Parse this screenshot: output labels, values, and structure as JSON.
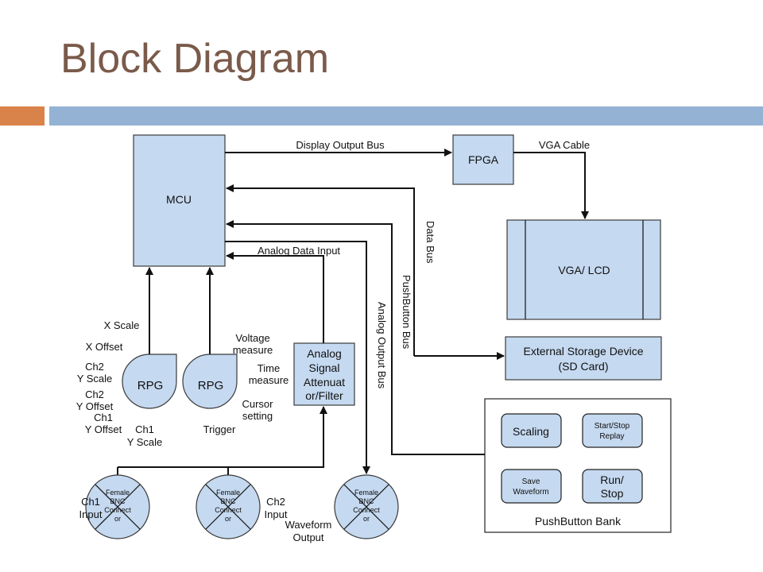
{
  "title": "Block Diagram",
  "blocks": {
    "mcu": "MCU",
    "fpga": "FPGA",
    "vga_lcd": "VGA/ LCD",
    "storage_line1": "External Storage Device",
    "storage_line2": "(SD Card)",
    "analog_line1": "Analog",
    "analog_line2": "Signal",
    "analog_line3": "Attenuat",
    "analog_line4": "or/Filter",
    "rpg1": "RPG",
    "rpg2": "RPG",
    "pushbutton_bank": "PushButton Bank"
  },
  "buttons": {
    "scaling": "Scaling",
    "startstop_line1": "Start/Stop",
    "startstop_line2": "Replay",
    "save_line1": "Save",
    "save_line2": "Waveform",
    "runstop_line1": "Run/",
    "runstop_line2": "Stop"
  },
  "buses": {
    "display_output": "Display Output Bus",
    "vga_cable": "VGA Cable",
    "analog_data_input": "Analog Data Input",
    "data_bus": "Data Bus",
    "pushbutton_bus": "PushButton Bus",
    "analog_output_bus": "Analog Output Bus"
  },
  "rpg1_labels": {
    "x_scale": "X Scale",
    "x_offset": "X Offset",
    "ch2_yscale_1": "Ch2",
    "ch2_yscale_2": "Y Scale",
    "ch2_yoffset_1": "Ch2",
    "ch2_yoffset_2": "Y Offset",
    "ch1_yoffset_1": "Ch1",
    "ch1_yoffset_2": "Y Offset",
    "ch1_yscale_1": "Ch1",
    "ch1_yscale_2": "Y Scale"
  },
  "rpg2_labels": {
    "voltage_1": "Voltage",
    "voltage_2": "measure",
    "time_1": "Time",
    "time_2": "measure",
    "cursor_1": "Cursor",
    "cursor_2": "setting",
    "trigger": "Trigger"
  },
  "connectors": {
    "bnc_line1": "Female",
    "bnc_line2": "BNC",
    "bnc_line3": "Connect",
    "bnc_line4": "or",
    "ch1_input_1": "Ch1",
    "ch1_input_2": "Input",
    "ch2_input_1": "Ch2",
    "ch2_input_2": "Input",
    "waveform_output_1": "Waveform",
    "waveform_output_2": "Output"
  },
  "colors": {
    "title": "#7a5a4a",
    "accent_orange": "#d9824a",
    "accent_blue": "#93b2d4",
    "block_fill": "#c5d9f0"
  }
}
